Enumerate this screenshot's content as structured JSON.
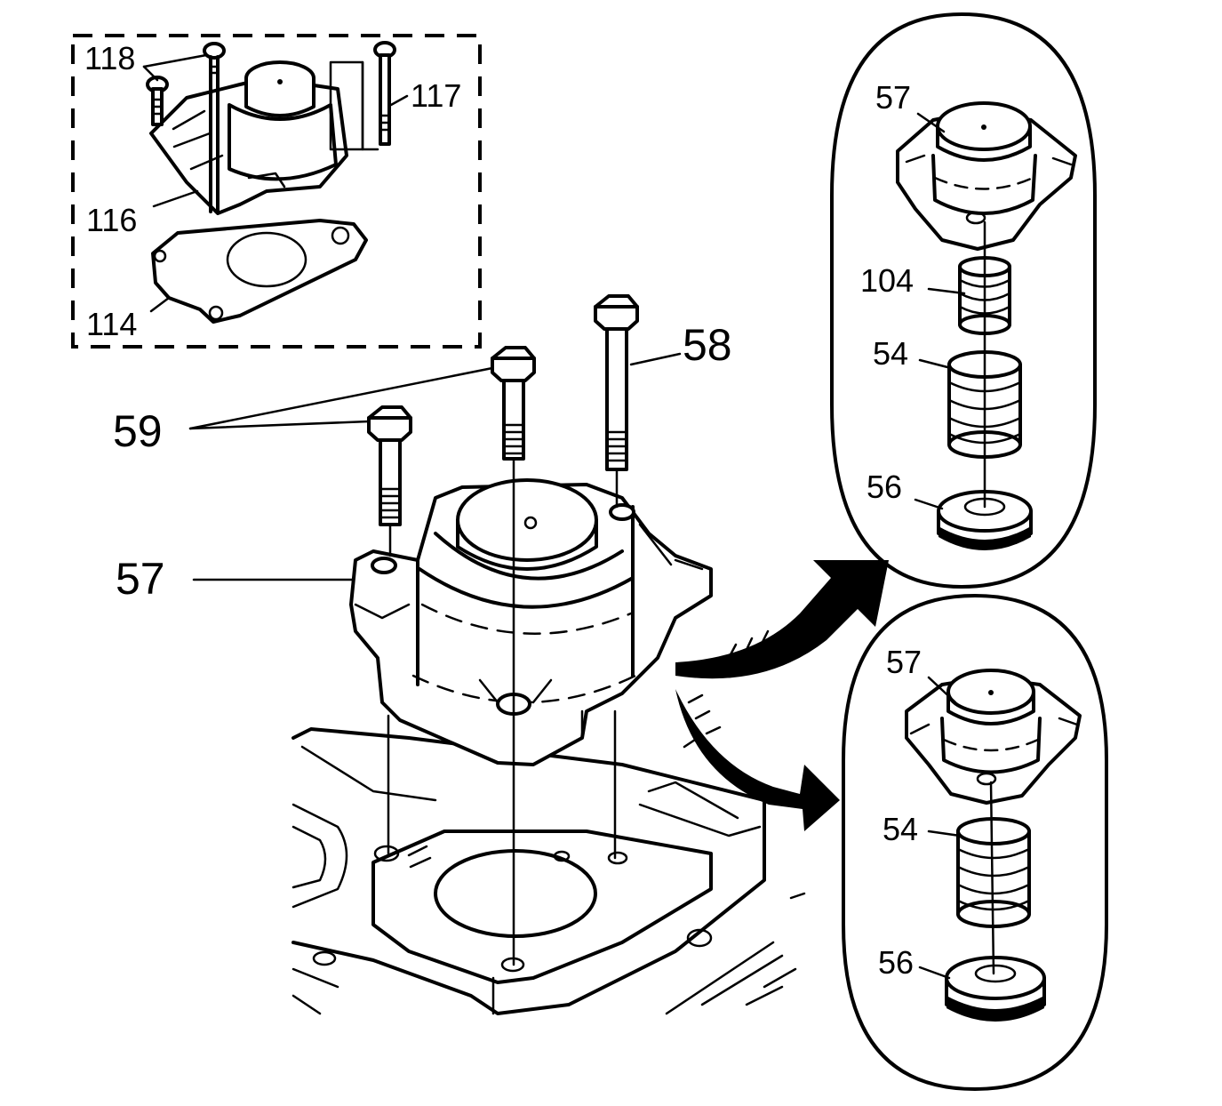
{
  "callouts": {
    "inset_top_left": {
      "bolt_a": "118",
      "bolt_b": "117",
      "cover": "116",
      "gasket": "114"
    },
    "main": {
      "bolt_long": "58",
      "bolts_short": "59",
      "housing": "57"
    },
    "detail_upper": {
      "housing": "57",
      "inner_spring": "104",
      "outer_spring": "54",
      "piston": "56"
    },
    "detail_lower": {
      "housing": "57",
      "spring": "54",
      "piston": "56"
    }
  },
  "icons": {
    "arrow_upper": "curved-arrow-right-icon",
    "arrow_lower": "curved-arrow-right-icon"
  }
}
